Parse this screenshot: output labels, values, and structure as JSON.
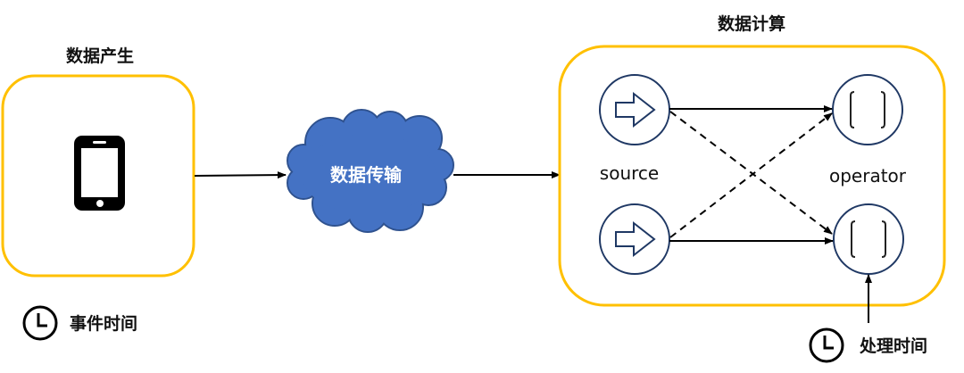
{
  "producer": {
    "title": "数据产生",
    "icon": "smartphone-icon"
  },
  "transport": {
    "label": "数据传输",
    "icon": "cloud-icon"
  },
  "compute": {
    "title": "数据计算",
    "source_label": "source",
    "operator_label": "operator"
  },
  "event_time": {
    "label": "事件时间",
    "icon": "clock-icon"
  },
  "processing_time": {
    "label": "处理时间",
    "icon": "clock-icon"
  },
  "colors": {
    "box_border": "#FFC000",
    "cloud_fill": "#4472C4",
    "cloud_stroke": "#2F528F",
    "node_stroke": "#1F3864"
  }
}
